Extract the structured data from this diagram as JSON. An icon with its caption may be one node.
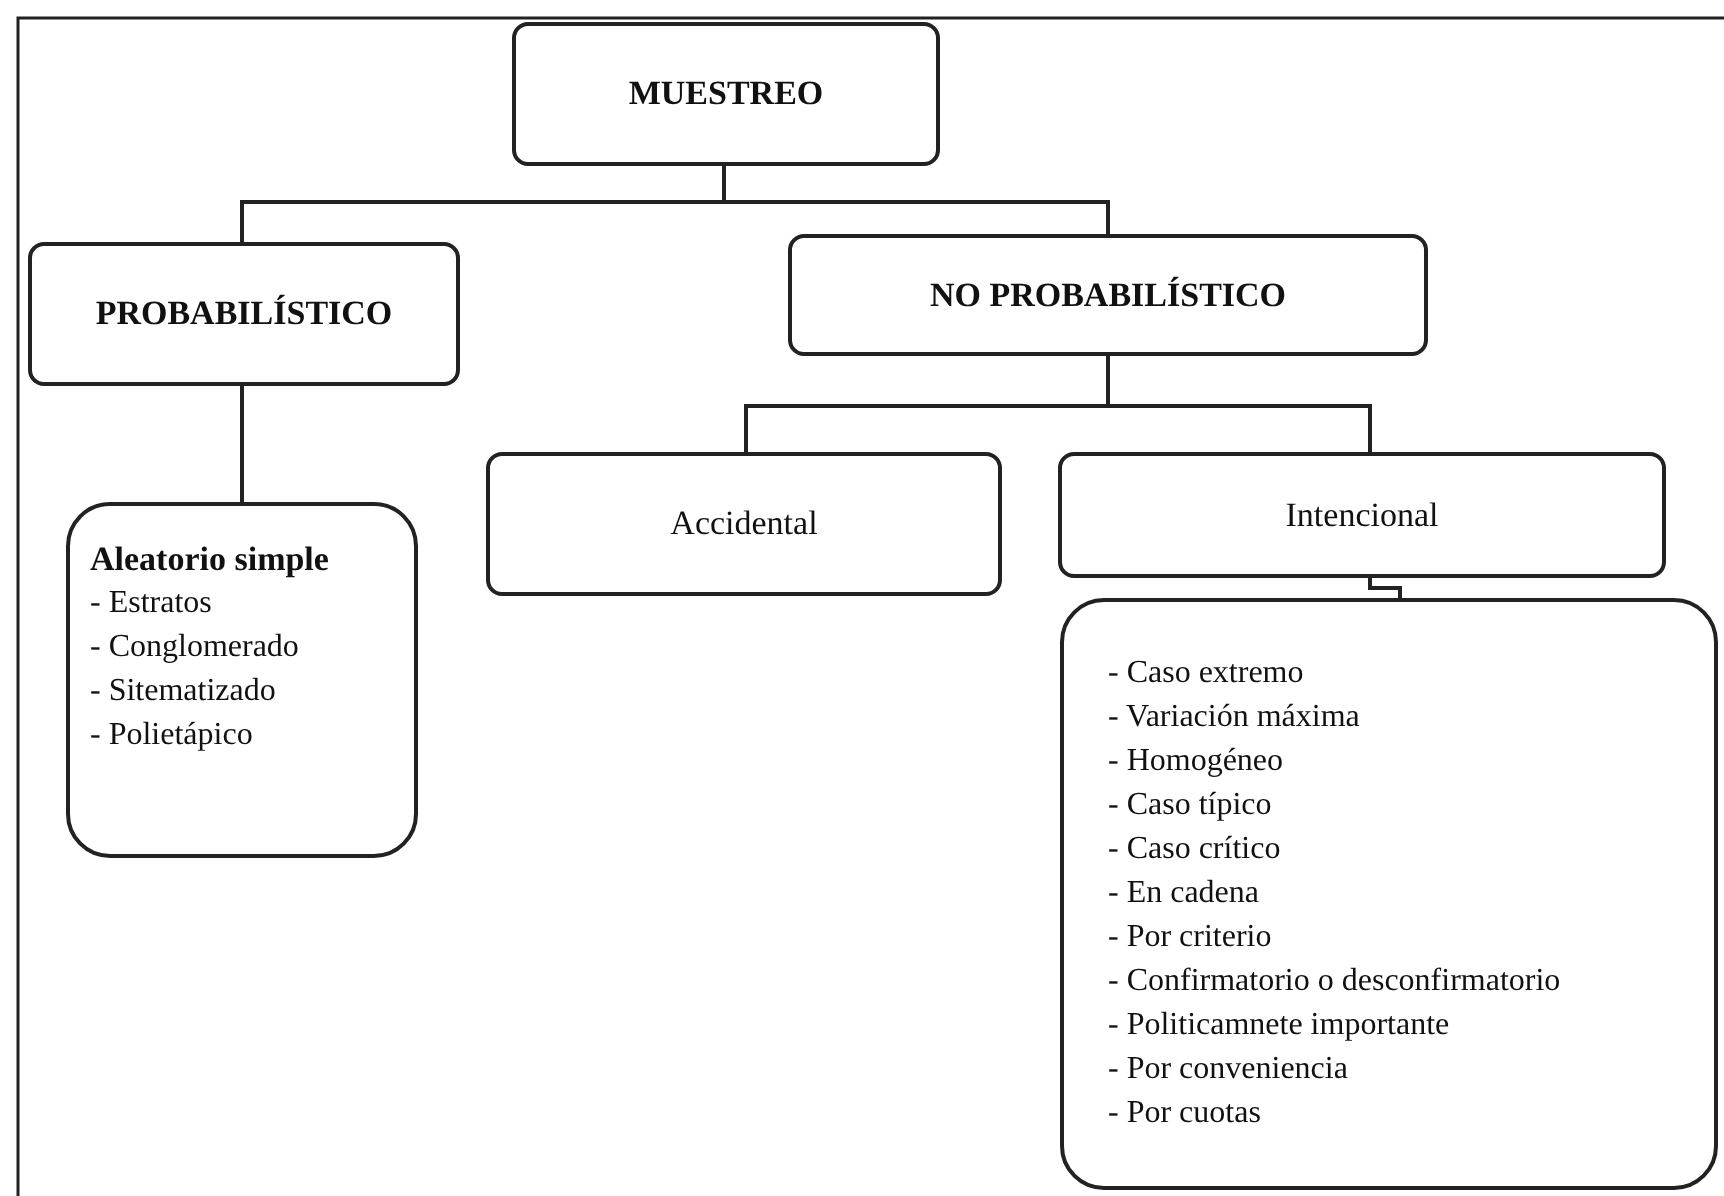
{
  "diagram": {
    "nodes": [
      {
        "text": [
          "MUESTREO"
        ]
      },
      {
        "text": [
          "PROBABILÍSTICO"
        ]
      },
      {
        "text": [
          "NO PROBABILÍSTICO"
        ]
      },
      {
        "text": [
          "Aleatorio simple",
          "- Estratos",
          "- Conglomerado",
          "- Sitematizado",
          "- Polietápico"
        ]
      },
      {
        "text": [
          "Accidental"
        ]
      },
      {
        "text": [
          "Intencional"
        ]
      },
      {
        "text": [
          "- Caso extremo",
          "- Variación máxima",
          "- Homogéneo",
          "- Caso típico",
          "- Caso crítico",
          "- En cadena",
          "- Por criterio",
          "- Confirmatorio o desconfirmatorio",
          "- Politicamnete importante",
          "- Por conveniencia",
          "- Por cuotas"
        ]
      }
    ],
    "edges": [
      {
        "from": 0,
        "to": 1,
        "arrow": "none"
      },
      {
        "from": 0,
        "to": 2,
        "arrow": "none"
      },
      {
        "from": 1,
        "to": 3,
        "arrow": "none"
      },
      {
        "from": 2,
        "to": 4,
        "arrow": "none"
      },
      {
        "from": 2,
        "to": 5,
        "arrow": "none"
      },
      {
        "from": 5,
        "to": 6,
        "arrow": "none"
      }
    ]
  }
}
